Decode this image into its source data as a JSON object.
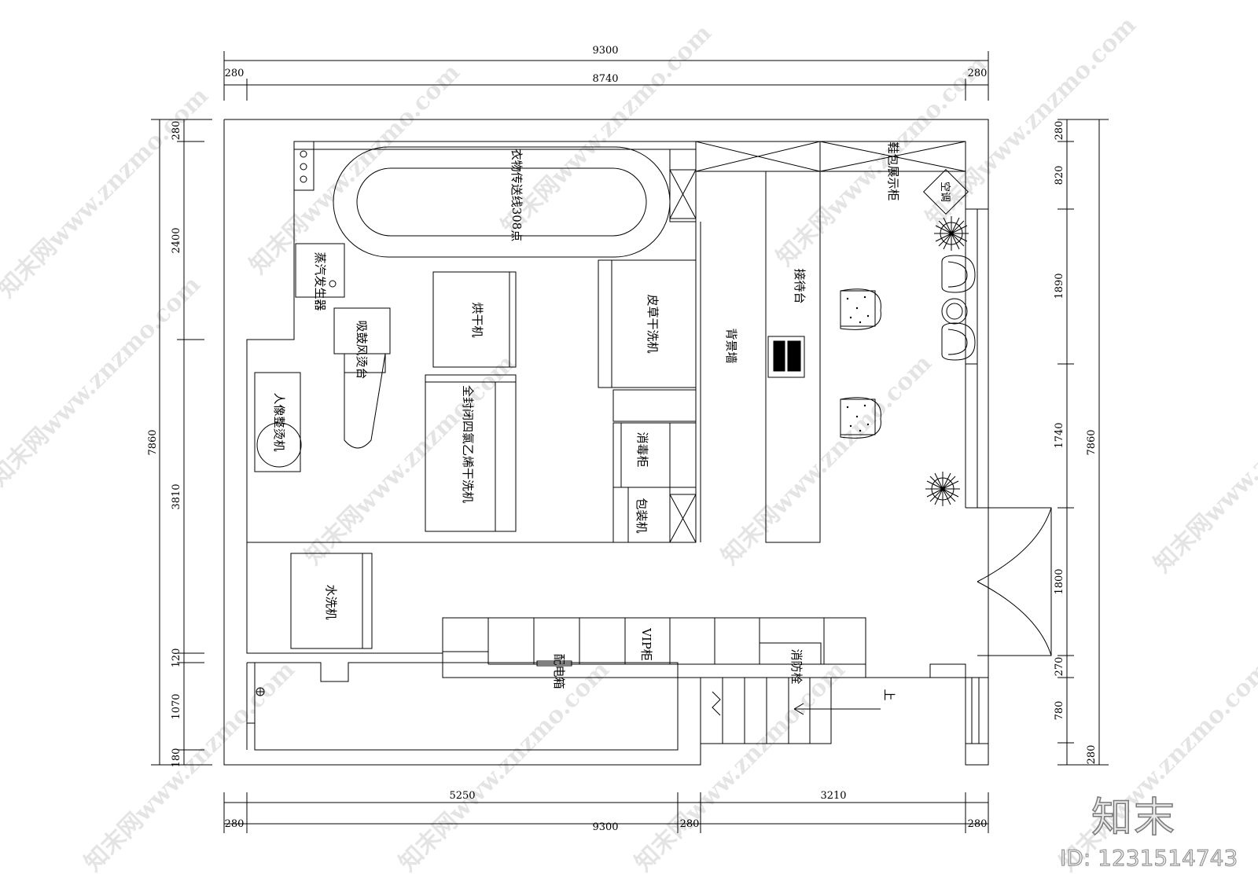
{
  "dimensions": {
    "top_total": "9300",
    "top_left": "280",
    "top_mid": "8740",
    "top_right": "280",
    "bottom_left_span": "5250",
    "bottom_right_span": "3210",
    "bottom_left": "280",
    "bottom_total": "9300",
    "bottom_mid": "280",
    "bottom_right": "280",
    "left_total": "7860",
    "left_280": "280",
    "left_2400": "2400",
    "left_3810": "3810",
    "left_120": "120",
    "left_1070": "1070",
    "left_180": "180",
    "right_total": "7860",
    "right_280_top": "280",
    "right_820": "820",
    "right_1890": "1890",
    "right_1740": "1740",
    "right_1800": "1800",
    "right_270": "270",
    "right_780": "780",
    "right_280_bottom": "280"
  },
  "rooms": {
    "conveyor": "衣物传送线308点",
    "steam_generator": "蒸汽发生器",
    "suction_ironing_table": "吸鼓风烫台",
    "dryer": "烘干机",
    "leather_dry_cleaner": "皮草干洗机",
    "perc_dry_cleaner": "全封闭四氯乙烯干洗机",
    "portrait_ironer": "人像整烫机",
    "sterilizer_cabinet": "消毒柜",
    "packing_machine": "包装机",
    "background_wall": "背景墙",
    "reception_desk": "接待台",
    "shoe_bag_cabinet": "鞋包展示柜",
    "air_conditioner": "空调",
    "washing_machine": "水洗机",
    "vip_cabinet": "VIP柜",
    "distribution_box": "配电箱",
    "fire_hydrant": "消防栓",
    "stairs_up": "上"
  },
  "watermarks": {
    "site": "知末网www.znzmo.com"
  },
  "brand": {
    "logo_text": "知末",
    "image_id": "ID: 1231514743"
  }
}
